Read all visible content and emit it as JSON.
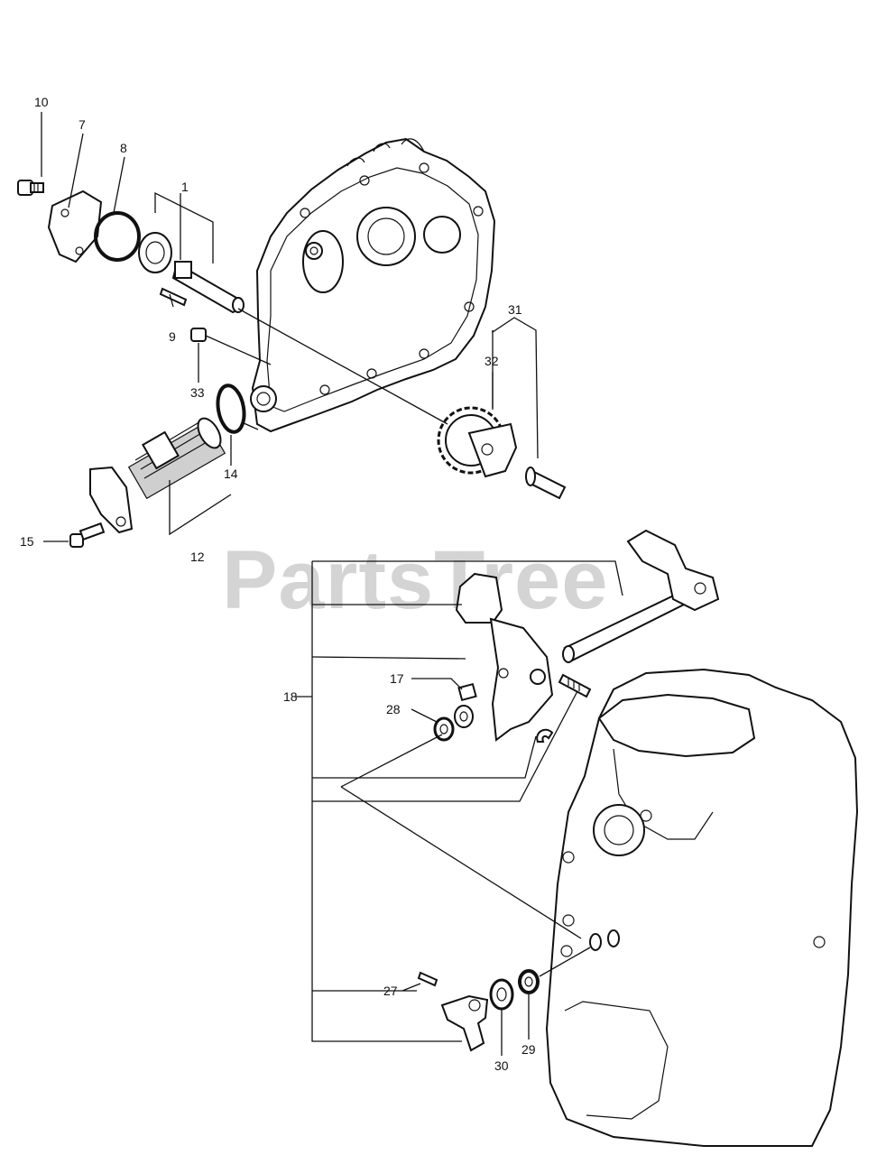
{
  "watermark": {
    "text": "PartsTree",
    "trademark": "™"
  },
  "callouts": {
    "c1": "1",
    "c7": "7",
    "c8": "8",
    "c9": "9",
    "c10": "10",
    "c12": "12",
    "c14": "14",
    "c15": "15",
    "c17": "17",
    "c18": "18",
    "c27": "27",
    "c28": "28",
    "c29": "29",
    "c30": "30",
    "c31": "31",
    "c32": "32",
    "c33": "33"
  }
}
